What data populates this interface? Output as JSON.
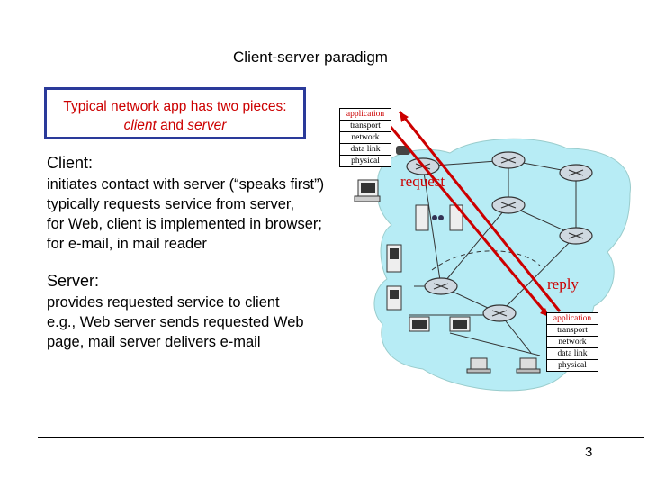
{
  "title": "Client-server paradigm",
  "intro_box": {
    "line1": "Typical network app has two pieces:",
    "client_word": "client",
    "and_word": " and ",
    "server_word": "server"
  },
  "client": {
    "heading": "Client:",
    "text": "initiates contact with server (“speaks first”)\ntypically requests service from server,\nfor Web, client is implemented in browser; for e-mail, in mail reader"
  },
  "server": {
    "heading": "Server:",
    "text": "provides requested service to client\ne.g., Web server sends requested Web page, mail server delivers e-mail"
  },
  "stack_layers": [
    "application",
    "transport",
    "network",
    "data link",
    "physical"
  ],
  "request_label": "request",
  "reply_label": "reply",
  "page_number": "3",
  "colors": {
    "accent": "#cc0000",
    "box_border": "#2a3a9a",
    "network_blob": "#b7ecf5"
  }
}
